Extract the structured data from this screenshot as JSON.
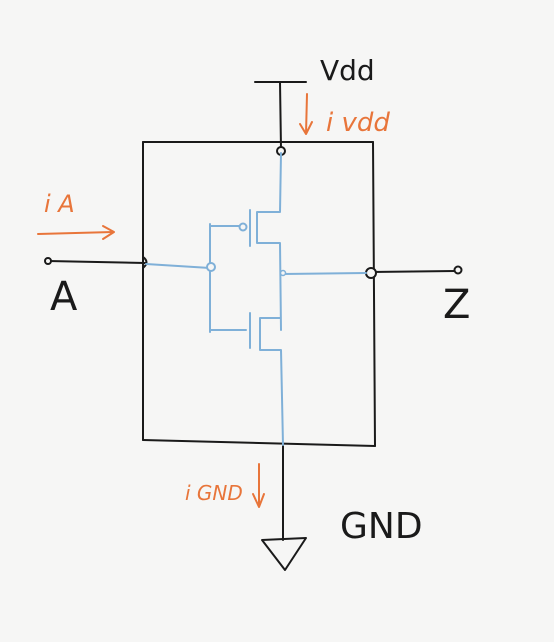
{
  "diagram": {
    "labels": {
      "vdd": "Vdd",
      "i_vdd": "i vdd",
      "i_a": "i A",
      "input_a": "A",
      "output_z": "Z",
      "i_gnd": "i GND",
      "gnd": "GND"
    },
    "colors": {
      "ink": "#1a1a1a",
      "transistor": "#7fb0d8",
      "current": "#e8753a",
      "background": "#f6f6f5"
    }
  }
}
